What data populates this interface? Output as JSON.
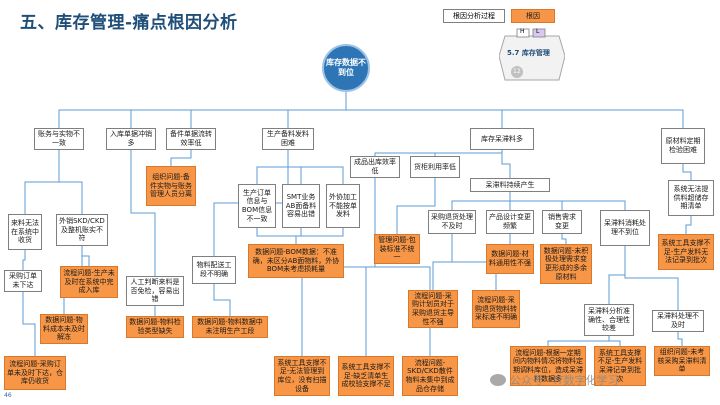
{
  "title": "五、库存管理-痛点根因分析",
  "legend": {
    "process_label": "根因分析过程",
    "root_cause_label": "根因"
  },
  "hex": {
    "h": "H",
    "l": "L",
    "label": "5.7 库存管理",
    "num": "12"
  },
  "root": "库存数据不到位",
  "nodes": {
    "n1": "账务与实物不一致",
    "n2": "入库单据冲销多",
    "n3": "备件单据流转效率低",
    "n4": "生产备料发料困难",
    "n5": "库存呆滞料多",
    "n6": "原材料定期检验困难",
    "n7": "成品出库效率低",
    "n8": "货柜利用率低",
    "n9": "来料无法在系统中收货",
    "n10": "外销SKD/CKD及整机账实不符",
    "n11": "生产订单信息与BOM信息不一致",
    "n12": "SMT业务AB面备料容易出错",
    "n13": "外协加工不能按单发料",
    "n14": "呆滞料持续产生",
    "n15": "采购退货处理不及时",
    "n16": "产品设计变更频繁",
    "n17": "销售需求变更",
    "n18": "呆滞料消耗处理不到位",
    "n19": "系统无法提供料超储存期清单",
    "n20": "采购订单未下达",
    "n21": "人工判断来料是否免检，容易出错",
    "n22": "物料配送工段不明确",
    "n23": "呆滞料分析准确性、合理性较差",
    "n24": "呆滞料处理不及时"
  },
  "causes": {
    "c1": "组织问题-备件实物与账务管理人员分离",
    "c2": "流程问题-生产未及时在系统中完成入库",
    "c3": "数据问题-物料成本未及时解冻",
    "c4": "流程问题-采购订单未及时下达，仓库仍收货",
    "c5": "数据问题-物料检验类型缺失",
    "c6": "数据问题-物料数据中未注明生产工段",
    "c7": "数据问题-BOM数据：不准确，未区分AB面物料，外协BOM未考虑损耗量",
    "c8": "管理问题-包装标准不统一",
    "c9": "数据问题-材料通用性不强",
    "c10": "数据问题-未积极处理需求变更形成的多余原材料",
    "c11": "流程问题-采购计划员对于采购退货主导性不强",
    "c12": "流程问题-采购退货物料转采标准不明确",
    "c13": "系统工具支撑不足-生产发料无法记录到批次",
    "c14": "系统工具支撑不足-无法管理到库位，没有扫描设备",
    "c15": "系统工具支撑不足-缺乏清单生成校验支撑不足",
    "c16": "流程问题-SKD/CKD散件物料未集中到成品仓存储",
    "c17": "流程问题-根据一定期间内物料情况将物料定期调料库位，造成呆滞料数据多",
    "c18": "系统工具支撑不足-生产发料呆滞记录到批次",
    "c19": "组织问题-未考核采购呆滞料清单"
  },
  "watermark": "公众号 · IT数字化学习",
  "page": "46"
}
